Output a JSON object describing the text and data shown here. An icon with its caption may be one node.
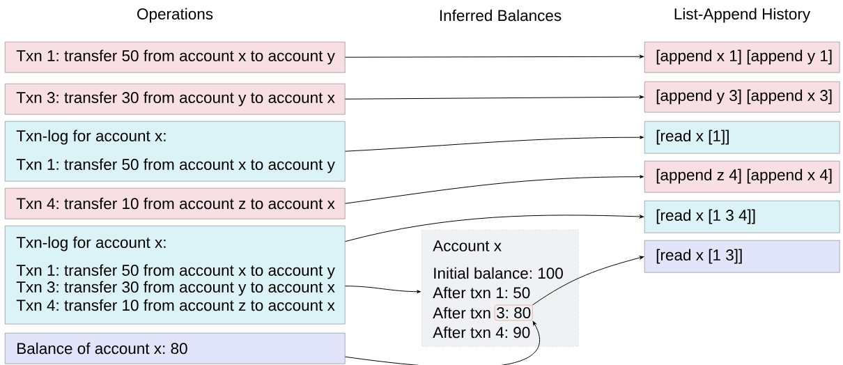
{
  "diagram": {
    "nodes": [
      {
        "text": [
          "Txn 1: transfer 50 from account x to account y"
        ]
      },
      {
        "text": [
          "Txn 3: transfer 30 from account y to account x"
        ]
      },
      {
        "text": [
          "Txn-log for account x:",
          "Txn 1: transfer 50 from account x to account y"
        ]
      },
      {
        "text": [
          "Txn 4: transfer 10 from account z to account x"
        ]
      },
      {
        "text": [
          "Txn-log for account x:",
          "Txn 1: transfer 50 from account x to account y",
          "Txn 3: transfer 30 from account y to account x",
          "Txn 4: transfer 10 from account z to account x"
        ]
      },
      {
        "text": [
          "Balance of account x: 80"
        ]
      },
      {
        "text": [
          "Account x",
          "Initial balance: 100",
          "After txn 1: 50",
          "After txn",
          "After txn 4: 90"
        ]
      },
      {
        "text": [
          "3: 80"
        ],
        "in": 6
      },
      {
        "text": [
          "[append x 1] [append y 1]"
        ]
      },
      {
        "text": [
          "[append y 3] [append x 3]"
        ]
      },
      {
        "text": [
          "[read x [1]]"
        ]
      },
      {
        "text": [
          "[append z 4] [append x 4]"
        ]
      },
      {
        "text": [
          "[read x [1 3 4]]"
        ]
      },
      {
        "text": [
          "[read x [1 3]]"
        ]
      }
    ],
    "edges": [
      {
        "from": 0,
        "to": 8,
        "arrow": "to"
      },
      {
        "from": 1,
        "to": 9,
        "arrow": "to"
      },
      {
        "from": 2,
        "to": 10,
        "arrow": "to"
      },
      {
        "from": 3,
        "to": 11,
        "arrow": "to"
      },
      {
        "from": 4,
        "to": 12,
        "arrow": "to"
      },
      {
        "from": 4,
        "to": 6,
        "arrow": "to"
      },
      {
        "from": 7,
        "to": 13,
        "arrow": "to"
      },
      {
        "from": 5,
        "to": 7,
        "arrow": "to"
      }
    ],
    "labels": [
      "Operations",
      "Inferred Balances",
      "List-Append History"
    ]
  }
}
